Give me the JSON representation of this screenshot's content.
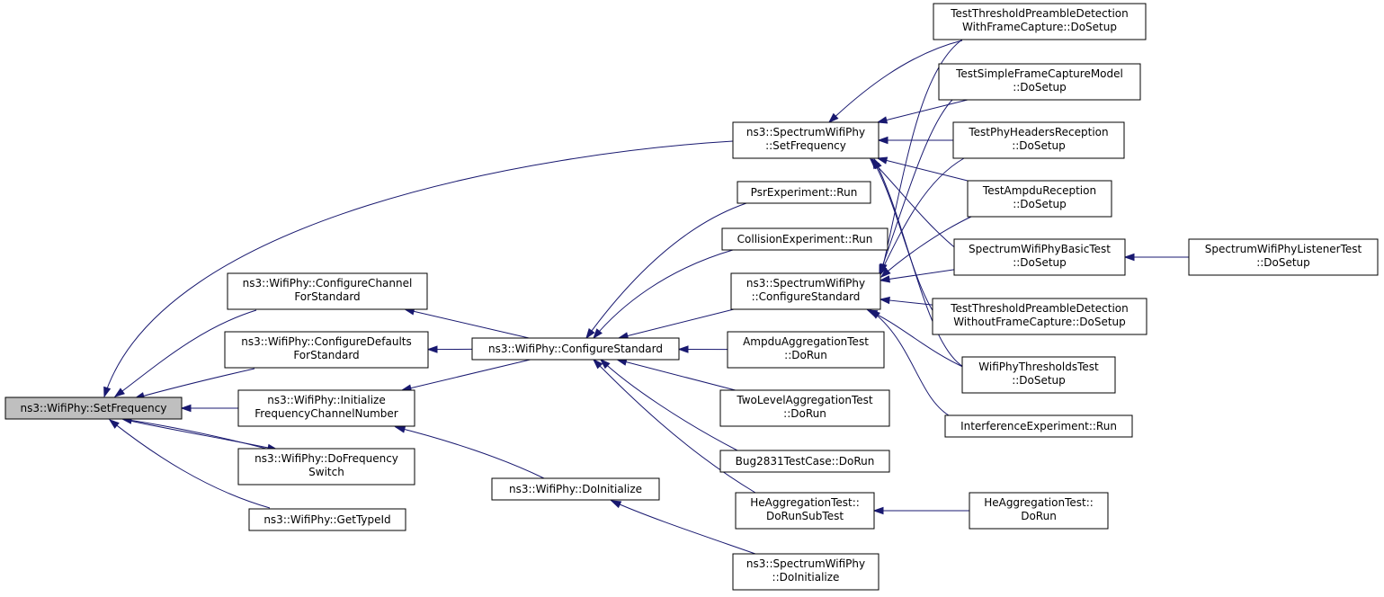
{
  "graph": {
    "colors": {
      "edge": "#191970",
      "root_fill": "#bfbfbf",
      "node_fill": "#ffffff",
      "border": "#000000"
    },
    "nodes": [
      {
        "id": "n0",
        "name": "node-wifiphy-setfrequency",
        "lines": [
          "ns3::WifiPhy::SetFrequency"
        ],
        "root": true
      },
      {
        "id": "n1",
        "name": "node-spectrumwifiphy-setfrequency",
        "lines": [
          "ns3::SpectrumWifiPhy",
          "::SetFrequency"
        ]
      },
      {
        "id": "n2",
        "name": "node-wifiphy-configurechannelforstandard",
        "lines": [
          "ns3::WifiPhy::ConfigureChannel",
          "ForStandard"
        ]
      },
      {
        "id": "n3",
        "name": "node-wifiphy-configuredefaultsforstandard",
        "lines": [
          "ns3::WifiPhy::ConfigureDefaults",
          "ForStandard"
        ]
      },
      {
        "id": "n4",
        "name": "node-wifiphy-initializefrequencychannelnumber",
        "lines": [
          "ns3::WifiPhy::Initialize",
          "FrequencyChannelNumber"
        ]
      },
      {
        "id": "n5",
        "name": "node-wifiphy-dofrequencyswitch",
        "lines": [
          "ns3::WifiPhy::DoFrequency",
          "Switch"
        ]
      },
      {
        "id": "n6",
        "name": "node-wifiphy-gettypeid",
        "lines": [
          "ns3::WifiPhy::GetTypeId"
        ]
      },
      {
        "id": "n7",
        "name": "node-wifiphy-configurestandard",
        "lines": [
          "ns3::WifiPhy::ConfigureStandard"
        ]
      },
      {
        "id": "n8",
        "name": "node-wifiphy-doinitialize",
        "lines": [
          "ns3::WifiPhy::DoInitialize"
        ]
      },
      {
        "id": "n9",
        "name": "node-psrexperiment-run",
        "lines": [
          "PsrExperiment::Run"
        ]
      },
      {
        "id": "n10",
        "name": "node-collisionexperiment-run",
        "lines": [
          "CollisionExperiment::Run"
        ]
      },
      {
        "id": "n11",
        "name": "node-spectrumwifiphy-configurestandard",
        "lines": [
          "ns3::SpectrumWifiPhy",
          "::ConfigureStandard"
        ]
      },
      {
        "id": "n12",
        "name": "node-ampduaggregationtest-dorun",
        "lines": [
          "AmpduAggregationTest",
          "::DoRun"
        ]
      },
      {
        "id": "n13",
        "name": "node-twolevelaggregationtest-dorun",
        "lines": [
          "TwoLevelAggregationTest",
          "::DoRun"
        ]
      },
      {
        "id": "n14",
        "name": "node-bug2831testcase-dorun",
        "lines": [
          "Bug2831TestCase::DoRun"
        ]
      },
      {
        "id": "n15",
        "name": "node-heaggregationtest-dorunsubtest",
        "lines": [
          "HeAggregationTest::",
          "DoRunSubTest"
        ]
      },
      {
        "id": "n16",
        "name": "node-spectrumwifiphy-doinitialize",
        "lines": [
          "ns3::SpectrumWifiPhy",
          "::DoInitialize"
        ]
      },
      {
        "id": "n17",
        "name": "node-testthresholdpreambledetection-withframecapture",
        "lines": [
          "TestThresholdPreambleDetection",
          "WithFrameCapture::DoSetup"
        ]
      },
      {
        "id": "n18",
        "name": "node-testsimpleframecapturemodel-dosetup",
        "lines": [
          "TestSimpleFrameCaptureModel",
          "::DoSetup"
        ]
      },
      {
        "id": "n19",
        "name": "node-testphyheadersreception-dosetup",
        "lines": [
          "TestPhyHeadersReception",
          "::DoSetup"
        ]
      },
      {
        "id": "n20",
        "name": "node-testampdureception-dosetup",
        "lines": [
          "TestAmpduReception",
          "::DoSetup"
        ]
      },
      {
        "id": "n21",
        "name": "node-spectrumwifiphybasictest-dosetup",
        "lines": [
          "SpectrumWifiPhyBasicTest",
          "::DoSetup"
        ]
      },
      {
        "id": "n22",
        "name": "node-testthresholdpreambledetection-withoutframecapture",
        "lines": [
          "TestThresholdPreambleDetection",
          "WithoutFrameCapture::DoSetup"
        ]
      },
      {
        "id": "n23",
        "name": "node-wifiphythresholdstest-dosetup",
        "lines": [
          "WifiPhyThresholdsTest",
          "::DoSetup"
        ]
      },
      {
        "id": "n24",
        "name": "node-interferenceexperiment-run",
        "lines": [
          "InterferenceExperiment::Run"
        ]
      },
      {
        "id": "n25",
        "name": "node-heaggregationtest-dorun",
        "lines": [
          "HeAggregationTest::",
          "DoRun"
        ]
      },
      {
        "id": "n26",
        "name": "node-spectrumwifiphylistenertest-dosetup",
        "lines": [
          "SpectrumWifiPhyListenerTest",
          "::DoSetup"
        ]
      }
    ],
    "edges": [
      {
        "from": "n1",
        "to": "n0"
      },
      {
        "from": "n2",
        "to": "n0"
      },
      {
        "from": "n3",
        "to": "n0"
      },
      {
        "from": "n4",
        "to": "n0"
      },
      {
        "from": "n5",
        "to": "n0"
      },
      {
        "from": "n0",
        "to": "n5"
      },
      {
        "from": "n6",
        "to": "n0"
      },
      {
        "from": "n7",
        "to": "n2"
      },
      {
        "from": "n7",
        "to": "n3"
      },
      {
        "from": "n7",
        "to": "n4"
      },
      {
        "from": "n8",
        "to": "n4"
      },
      {
        "from": "n9",
        "to": "n7"
      },
      {
        "from": "n10",
        "to": "n7"
      },
      {
        "from": "n11",
        "to": "n7"
      },
      {
        "from": "n12",
        "to": "n7"
      },
      {
        "from": "n13",
        "to": "n7"
      },
      {
        "from": "n14",
        "to": "n7"
      },
      {
        "from": "n15",
        "to": "n7"
      },
      {
        "from": "n16",
        "to": "n8"
      },
      {
        "from": "n17",
        "to": "n1"
      },
      {
        "from": "n18",
        "to": "n1"
      },
      {
        "from": "n19",
        "to": "n1"
      },
      {
        "from": "n20",
        "to": "n1"
      },
      {
        "from": "n21",
        "to": "n1"
      },
      {
        "from": "n22",
        "to": "n1"
      },
      {
        "from": "n23",
        "to": "n1"
      },
      {
        "from": "n17",
        "to": "n11"
      },
      {
        "from": "n18",
        "to": "n11"
      },
      {
        "from": "n19",
        "to": "n11"
      },
      {
        "from": "n20",
        "to": "n11"
      },
      {
        "from": "n21",
        "to": "n11"
      },
      {
        "from": "n22",
        "to": "n11"
      },
      {
        "from": "n23",
        "to": "n11"
      },
      {
        "from": "n24",
        "to": "n11"
      },
      {
        "from": "n25",
        "to": "n15"
      },
      {
        "from": "n26",
        "to": "n21"
      }
    ]
  }
}
